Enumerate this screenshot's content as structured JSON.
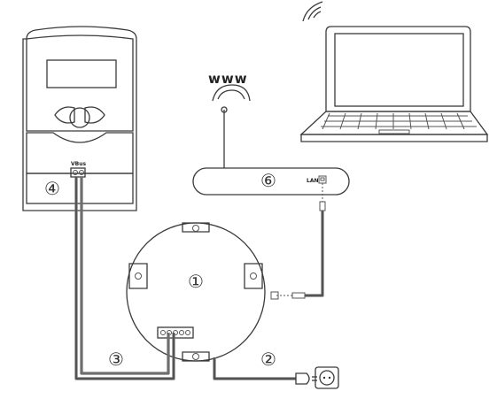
{
  "labels": {
    "www": "www",
    "lan": "LAN",
    "vbus": "VBus"
  },
  "markers": {
    "datalogger": "①",
    "power": "②",
    "vbus_cable": "③",
    "controller": "④",
    "router": "⑥"
  },
  "colors": {
    "line": "#3a3a3a",
    "panel_fill": "#f3f3f3",
    "cable": "#6e6e6e"
  },
  "icons": [
    "controller-icon",
    "laptop-icon",
    "router-icon",
    "datalogger-icon",
    "power-plug-icon",
    "wall-socket-icon",
    "wifi-icon",
    "lan-port-icon"
  ]
}
